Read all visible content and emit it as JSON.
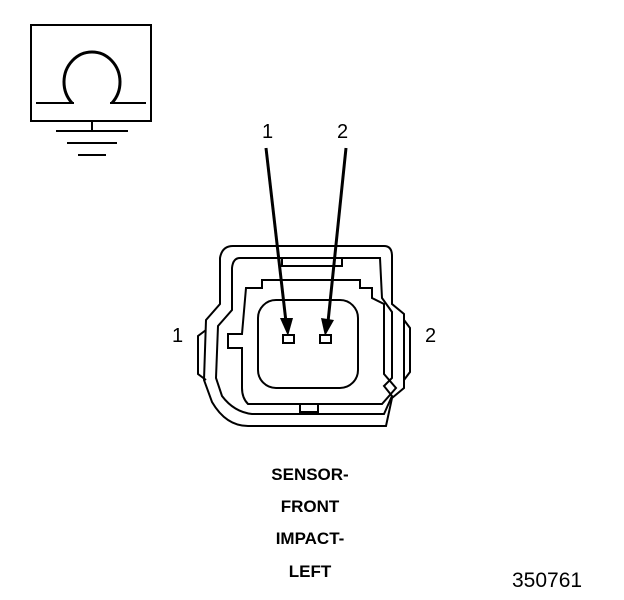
{
  "symbol": {
    "icon": "ohmmeter-ground-icon"
  },
  "pins": {
    "top_left": "1",
    "top_right": "2",
    "side_left": "1",
    "side_right": "2"
  },
  "caption": {
    "line1": "SENSOR-",
    "line2": "FRONT",
    "line3": "IMPACT-",
    "line4": "LEFT"
  },
  "figure_number": "350761"
}
